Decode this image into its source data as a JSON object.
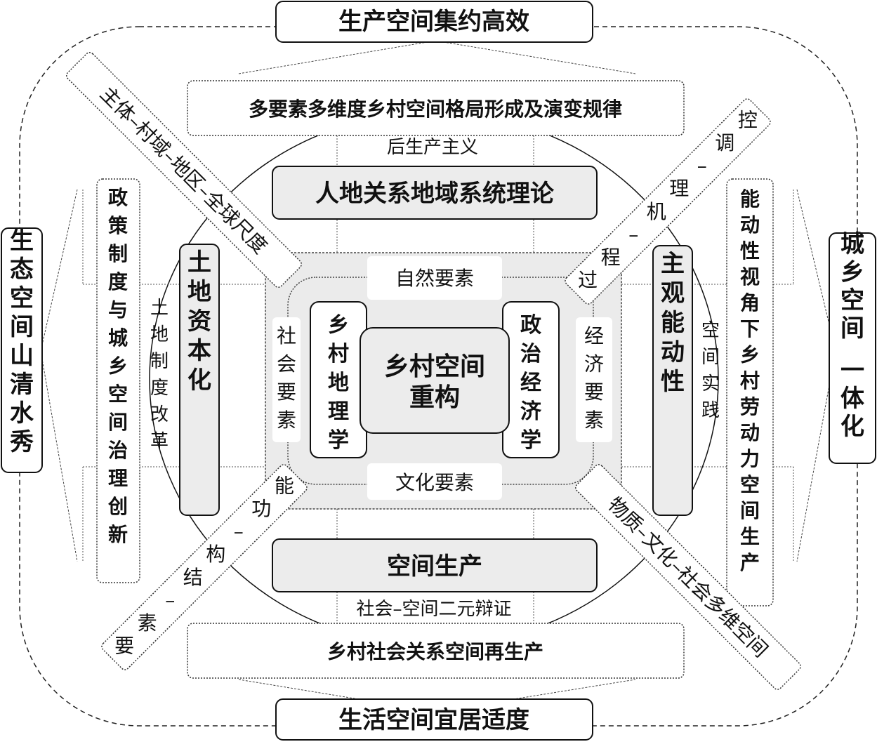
{
  "outer": {
    "top": "生产空间集约高效",
    "bottom": "生活空间宜居适度",
    "left": "生态空间山清水秀",
    "right": "城乡空间 一体化"
  },
  "ring": {
    "top": "多要素多维度乡村空间格局形成及演变规律",
    "bottom": "乡村社会关系空间再生产",
    "left": "政策制度与城乡空间治理创新",
    "right": "能动性视角下乡村劳动力空间生产"
  },
  "diagonals": {
    "top_left": "主体–村域–地区–全球尺度",
    "top_right": "过程–机理–调控",
    "bottom_left": "要素–结构–功能",
    "bottom_right": "物质–文化–社会多维空间"
  },
  "theory": {
    "top": "人地关系地域系统理论",
    "bottom": "空间生产",
    "left": "土地资本化",
    "right": "主观能动性"
  },
  "connectors": {
    "top": "后生产主义",
    "bottom": "社会–空间二元辩证",
    "left": "土地制度改革",
    "right": "空间实践"
  },
  "elements": {
    "top": "自然要素",
    "bottom": "文化要素",
    "left": "社会要素",
    "right": "经济要素"
  },
  "disciplines": {
    "left": "乡村地理学",
    "right": "政治经济学"
  },
  "center": {
    "line1": "乡村空间",
    "line2": "重构"
  }
}
